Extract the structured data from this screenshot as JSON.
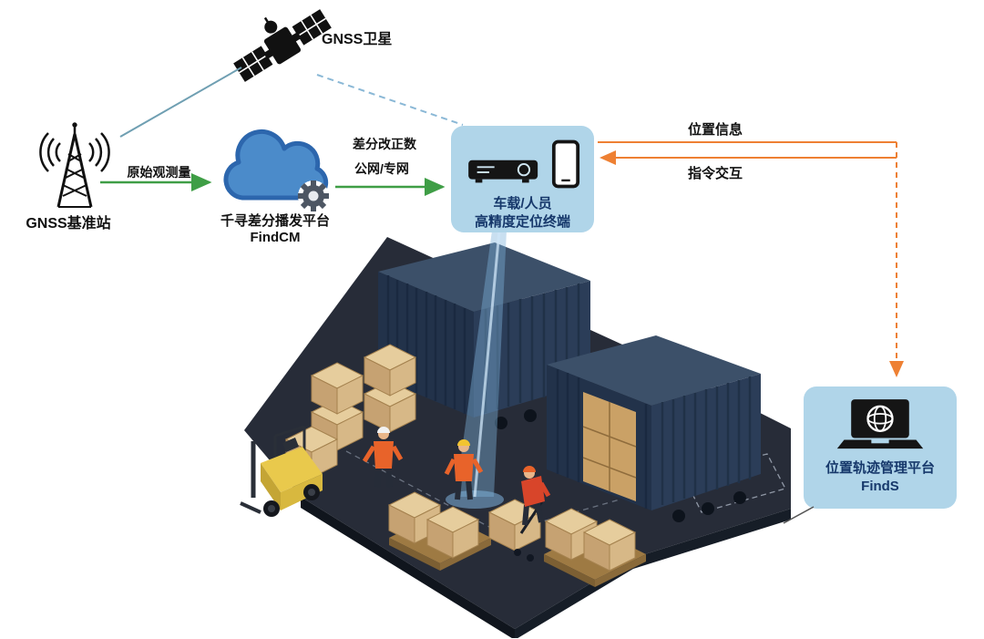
{
  "diagram": {
    "satellite_label": "GNSS卫星",
    "base_station_label": "GNSS基准站",
    "raw_obs_label": "原始观测量",
    "cloud_name": "千寻差分播发平台",
    "cloud_product": "FindCM",
    "corr_line1": "差分改正数",
    "corr_line2": "公网/专网",
    "terminal_line1": "车载/人员",
    "terminal_line2": "高精度定位终端",
    "pos_info_label": "位置信息",
    "cmd_label": "指令交互",
    "platform_name": "位置轨迹管理平台",
    "platform_product": "FindS"
  },
  "colors": {
    "green_arrow": "#3f9e46",
    "orange_arrow": "#ee8033",
    "teal_line": "#6f9fb2",
    "dashed_blue": "#8ab8d6",
    "panel_blue": "#b0d5e9",
    "navy_text": "#16386b",
    "cloud_blue": "#4b8bca",
    "gear_gray": "#4d5663",
    "floor_dark": "#272c38",
    "container_navy": "#2b3d58",
    "box_tan": "#d7b887",
    "forklift_yellow": "#e9c94c",
    "beam_blue": "#7fb3dc"
  }
}
